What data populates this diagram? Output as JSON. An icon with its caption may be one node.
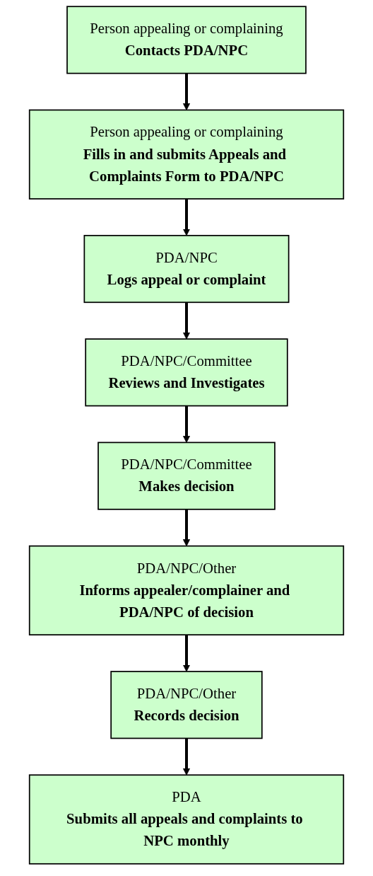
{
  "diagram": {
    "nodes": [
      {
        "text": [
          "Person appealing or complaining",
          "Contacts PDA/NPC"
        ]
      },
      {
        "text": [
          "Person appealing or complaining",
          "Fills in and submits Appeals and Complaints Form to PDA/NPC"
        ]
      },
      {
        "text": [
          "PDA/NPC",
          "Logs appeal or complaint"
        ]
      },
      {
        "text": [
          "PDA/NPC/Committee",
          "Reviews and Investigates"
        ]
      },
      {
        "text": [
          "PDA/NPC/Committee",
          "Makes decision"
        ]
      },
      {
        "text": [
          "PDA/NPC/Other",
          "Informs appealer/complainer and PDA/NPC of decision"
        ]
      },
      {
        "text": [
          "PDA/NPC/Other",
          "Records decision"
        ]
      },
      {
        "text": [
          "PDA",
          "Submits all appeals and complaints to NPC monthly"
        ]
      }
    ],
    "edges": [
      {
        "from": 0,
        "to": 1,
        "arrow": "to"
      },
      {
        "from": 1,
        "to": 2,
        "arrow": "to"
      },
      {
        "from": 2,
        "to": 3,
        "arrow": "to"
      },
      {
        "from": 3,
        "to": 4,
        "arrow": "to"
      },
      {
        "from": 4,
        "to": 5,
        "arrow": "to"
      },
      {
        "from": 5,
        "to": 6,
        "arrow": "to"
      },
      {
        "from": 6,
        "to": 7,
        "arrow": "to"
      }
    ]
  }
}
